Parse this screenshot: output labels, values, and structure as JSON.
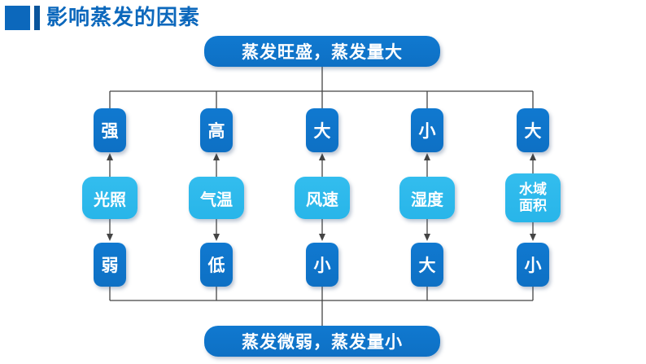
{
  "slide": {
    "title": "影响蒸发的因素",
    "top_result": "蒸发旺盛，蒸发量大",
    "bottom_result": "蒸发微弱，蒸发量小",
    "factors": [
      {
        "name": "光照",
        "strong_state": "强",
        "weak_state": "弱"
      },
      {
        "name": "气温",
        "strong_state": "高",
        "weak_state": "低"
      },
      {
        "name": "风速",
        "strong_state": "大",
        "weak_state": "小"
      },
      {
        "name": "湿度",
        "strong_state": "小",
        "weak_state": "大"
      },
      {
        "name": "水域面积",
        "strong_state": "大",
        "weak_state": "小"
      }
    ],
    "colors": {
      "primary_blue": "#0e70c4",
      "light_blue": "#28b5e9",
      "title_blue": "#0c68bc",
      "accent_dark": "#0a559c",
      "connector": "#444444"
    }
  }
}
